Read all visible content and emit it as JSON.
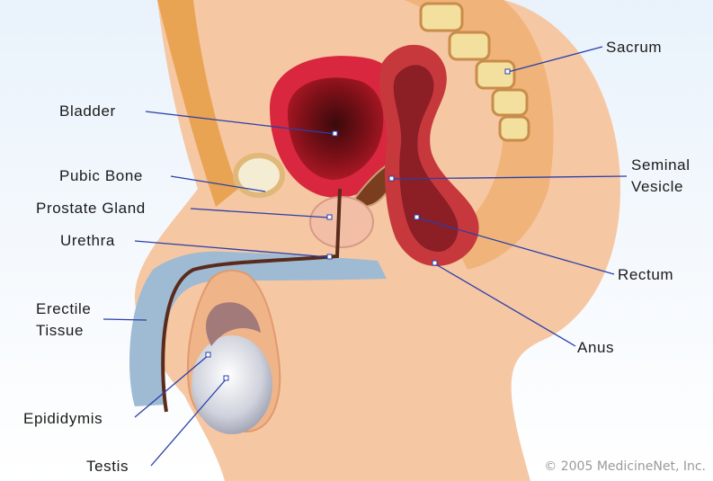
{
  "labels": {
    "bladder": "Bladder",
    "pubic_bone": "Pubic Bone",
    "prostate_gland": "Prostate Gland",
    "urethra": "Urethra",
    "erectile_tissue_line1": "Erectile",
    "erectile_tissue_line2": "Tissue",
    "epididymis": "Epididymis",
    "testis": "Testis",
    "sacrum": "Sacrum",
    "seminal_vesicle_line1": "Seminal",
    "seminal_vesicle_line2": "Vesicle",
    "rectum": "Rectum",
    "anus": "Anus"
  },
  "copyright": "© 2005 MedicineNet, Inc.",
  "colors": {
    "leader_line": "#2a3fa8",
    "skin": "#f6c7a3",
    "fat_layer": "#e9a453",
    "bladder": "#d8273e",
    "erectile": "#9fbad3"
  }
}
